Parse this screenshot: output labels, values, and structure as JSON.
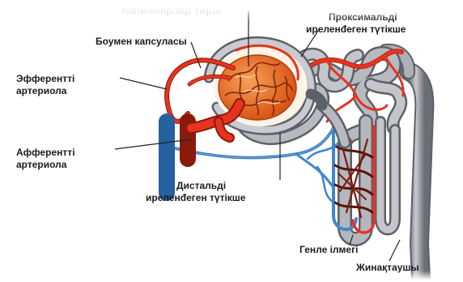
{
  "labels": {
    "capillary_network": "Капиллярлар торы",
    "bowman_capsule": "Боумен капсуласы",
    "proximal_tubule_line1": "Проксимальді",
    "proximal_tubule_line2": "иреленđеген түтікше",
    "efferent_line1": "Эфферентті",
    "efferent_line2": "артериола",
    "afferent_line1": "Афферентті",
    "afferent_line2": "артериола",
    "distal_line1": "Дистальді",
    "distal_line2": "иреленđеген түтікше",
    "henle_loop": "Генле ілмегі",
    "collecting_duct": "Жинақтаушы"
  },
  "colors": {
    "artery": "#e8331f",
    "artery_dark": "#b82414",
    "vein": "#3f86cf",
    "vein_dark": "#25609f",
    "tubule": "#9a9ca4",
    "tubule_dark": "#5e6068",
    "glomerulus": "#e86c1e",
    "capsule_fill": "#fdf3e6",
    "capillary_dark": "#5a1208"
  }
}
